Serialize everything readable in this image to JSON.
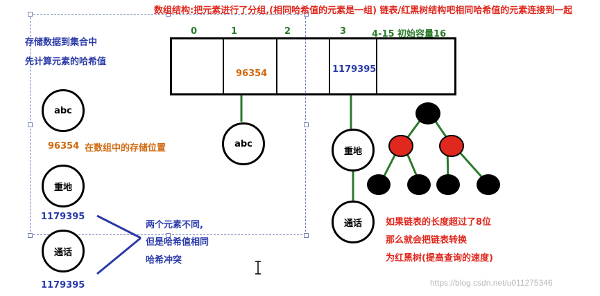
{
  "title": "数组结构:把元素进行了分组,(相同哈希值的元素是一组) 链表/红黑树结构吧相同哈希值的元素连接到一起",
  "left_note": [
    "存储数据到集合中",
    "先计算元素的哈希值"
  ],
  "array": {
    "indices": [
      "0",
      "1",
      "2",
      "3",
      "4-15 初始容量16"
    ],
    "cell1_value": "96354",
    "cell3_value": "1179395"
  },
  "nodes": {
    "abc_left": "abc",
    "abc_chain": "abc",
    "zhongdi_left": "重地",
    "tonghua_left": "通话",
    "zhongdi_chain": "重地",
    "tonghua_chain": "通话"
  },
  "hash_abc": "96354",
  "hash_abc_note": "在数组中的存储位置",
  "hash_zhongdi": "1179395",
  "hash_tonghua": "1179395",
  "collision_note": [
    "两个元素不同,",
    "但是哈希值相同",
    "哈希冲突"
  ],
  "tree_note": [
    "如果链表的长度超过了8位",
    "那么就会把链表转换",
    "为红黑树(提高查询的速度)"
  ],
  "watermark": "https://blog.csdn.net/u011275346",
  "colors": {
    "red": "#e0281e",
    "blue": "#2a3aa8",
    "green": "#2b7a2b",
    "orange": "#d06a10"
  }
}
